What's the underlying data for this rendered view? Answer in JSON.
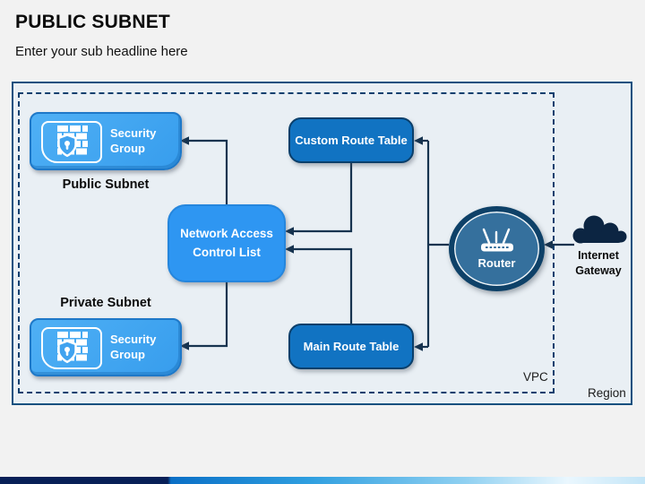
{
  "page": {
    "title": "PUBLIC SUBNET",
    "subtitle": "Enter your sub headline here"
  },
  "diagram": {
    "region_label": "Region",
    "vpc_label": "VPC",
    "public_subnet": {
      "caption": "Public Subnet",
      "security_group_label": "Security Group"
    },
    "private_subnet": {
      "caption": "Private Subnet",
      "security_group_label": "Security Group"
    },
    "nacl_label": "Network Access Control List",
    "custom_route_table_label": "Custom Route Table",
    "main_route_table_label": "Main Route Table",
    "router_label": "Router",
    "internet_gateway_label": "Internet Gateway",
    "icons": [
      "firewall-shield-icon",
      "router-icon",
      "cloud-icon"
    ],
    "colors": {
      "security_group_fill": "#41a3ef",
      "security_group_border": "#1e78c8",
      "nacl_fill": "#2e96f2",
      "route_table_fill": "#1173c2",
      "route_table_border": "#0a3f6b",
      "router_fill": "#35709d",
      "router_ring": "#0e4168",
      "cloud_fill": "#0c2542",
      "connector": "#16334f",
      "region_border": "#11507f",
      "region_fill": "#e9eff4",
      "accent_bar_navy": "#071f57",
      "accent_bar_blue": "#0a6fc6"
    }
  }
}
